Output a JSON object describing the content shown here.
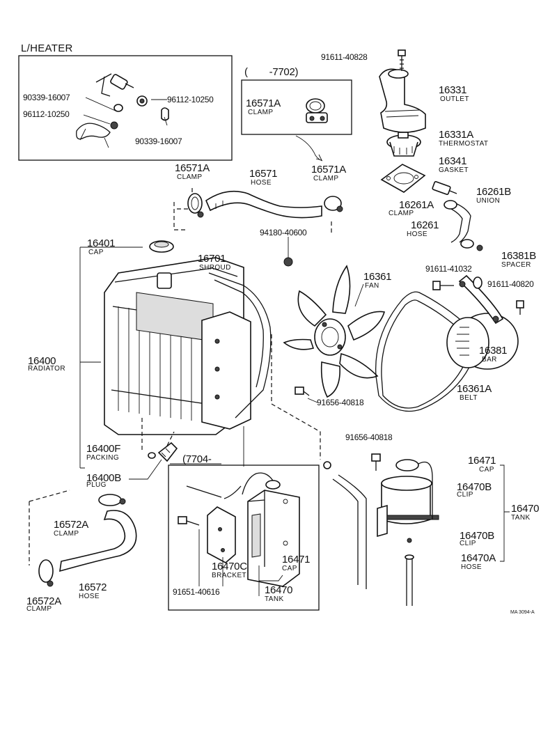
{
  "heater_box": {
    "title": "L/HEATER",
    "part1": "90339-16007",
    "part2": "96112-10250",
    "part3": "96112-10250",
    "part4": "90339-16007"
  },
  "clamp_box": {
    "range": "(        -7702)",
    "number": "16571A",
    "name": "CLAMP"
  },
  "tank_box": {
    "range": "(7704-        "
  },
  "labels": {
    "bolt_outlet": "91611-40828",
    "outlet_no": "16331",
    "outlet_name": "OUTLET",
    "thermostat_no": "16331A",
    "thermostat_name": "THERMOSTAT",
    "gasket_no": "16341",
    "gasket_name": "GASKET",
    "union_no": "16261B",
    "union_name": "UNION",
    "clamp_16261a_no": "16261A",
    "clamp_16261a_name": "CLAMP",
    "hose_16261_no": "16261",
    "hose_16261_name": "HOSE",
    "spacer_no": "16381B",
    "spacer_name": "SPACER",
    "bolt_41032": "91611-41032",
    "bolt_40820": "91611-40820",
    "bar_no": "16381",
    "bar_name": "BAR",
    "belt_no": "16361A",
    "belt_name": "BELT",
    "fan_no": "16361",
    "fan_name": "FAN",
    "nut_40600": "94180-40600",
    "clamp_l_no": "16571A",
    "clamp_l_name": "CLAMP",
    "hose_top_no": "16571",
    "hose_top_name": "HOSE",
    "clamp_r_no": "16571A",
    "clamp_r_name": "CLAMP",
    "cap_no": "16401",
    "cap_name": "CAP",
    "shroud_no": "16701",
    "shroud_name": "SHROUD",
    "radiator_no": "16400",
    "radiator_name": "RADIATOR",
    "bolt_40818_a": "91656-40818",
    "bolt_40818_b": "91656-40818",
    "packing_no": "16400F",
    "packing_name": "PACKING",
    "plug_no": "16400B",
    "plug_name": "PLUG",
    "tank_cap_r_no": "16471",
    "tank_cap_r_name": "CAP",
    "clip_b_no": "16470B",
    "clip_b_name": "CLIP",
    "tank_r_no": "16470",
    "tank_r_name": "TANK",
    "clip_b2_no": "16470B",
    "clip_b2_name": "CLIP",
    "hose_a_no": "16470A",
    "hose_a_name": "HOSE",
    "clamp_572a_top_no": "16572A",
    "clamp_572a_top_name": "CLAMP",
    "hose_572_no": "16572",
    "hose_572_name": "HOSE",
    "clamp_572a_bot_no": "16572A",
    "clamp_572a_bot_name": "CLAMP",
    "bracket_no": "16470C",
    "bracket_name": "BRACKET",
    "tank_cap_l_no": "16471",
    "tank_cap_l_name": "CAP",
    "bolt_40616": "91651-40616",
    "tank_l_no": "16470",
    "tank_l_name": "TANK",
    "footer_code": "MA 3094-A"
  }
}
